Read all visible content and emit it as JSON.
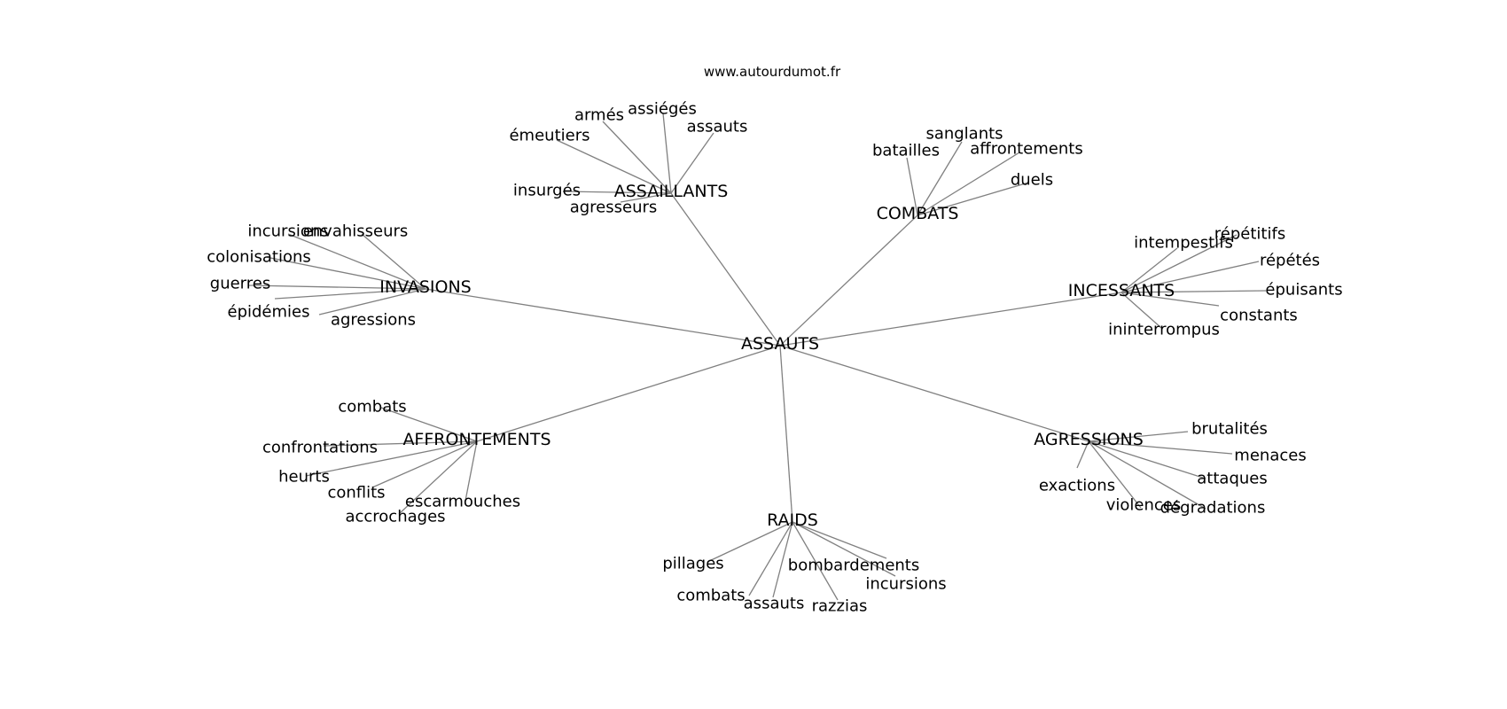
{
  "site": "www.autourdumot.fr",
  "center": "ASSAUTS",
  "groups": [
    {
      "label": "ASSAILLANTS",
      "words": [
        "armés",
        "assiégés",
        "assauts",
        "émeutiers",
        "insurgés",
        "agresseurs"
      ]
    },
    {
      "label": "COMBATS",
      "words": [
        "sanglants",
        "batailles",
        "affrontements",
        "duels"
      ]
    },
    {
      "label": "INVASIONS",
      "words": [
        "incursions",
        "envahisseurs",
        "colonisations",
        "guerres",
        "épidémies",
        "agressions"
      ]
    },
    {
      "label": "INCESSANTS",
      "words": [
        "intempestifs",
        "répétitifs",
        "répétés",
        "épuisants",
        "constants",
        "ininterrompus"
      ]
    },
    {
      "label": "AFFRONTEMENTS",
      "words": [
        "combats",
        "confrontations",
        "heurts",
        "conflits",
        "escarmouches",
        "accrochages"
      ]
    },
    {
      "label": "AGRESSIONS",
      "words": [
        "brutalités",
        "menaces",
        "attaques",
        "exactions",
        "violences",
        "dégradations"
      ]
    },
    {
      "label": "RAIDS",
      "words": [
        "pillages",
        "incursions",
        "bombardements",
        "combats",
        "assauts",
        "razzias"
      ]
    }
  ]
}
